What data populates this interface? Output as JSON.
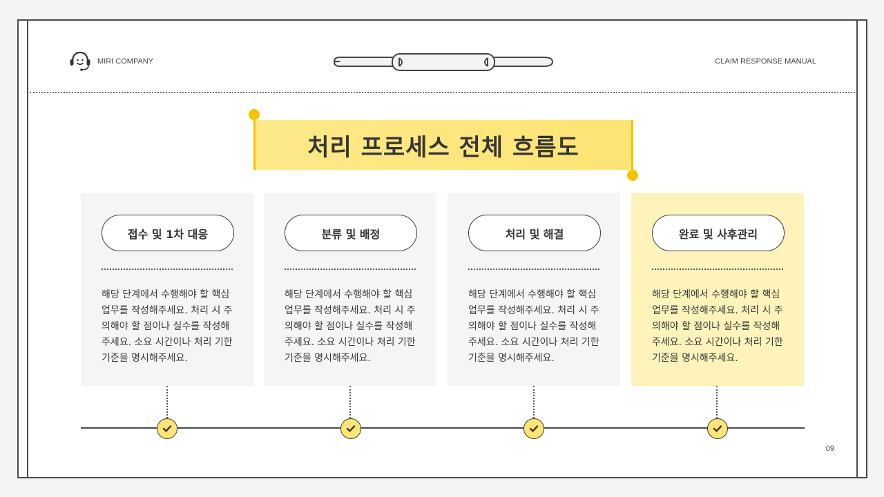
{
  "header": {
    "brand": "MIRI COMPANY",
    "brand_icon": "headset-smile-icon",
    "doc_title": "CLAIM RESPONSE MANUAL",
    "binder_icon": "binder-clip-icon"
  },
  "title": "처리 프로세스 전체 흐름도",
  "colors": {
    "accent": "#f2c500",
    "title_bg": "#fde473",
    "card_bg": "#f5f5f5",
    "card_highlight_bg": "#fdf3bb",
    "border": "#4a4a4a"
  },
  "steps": [
    {
      "label": "접수 및 1차 대응",
      "body": "해당 단계에서 수행해야 할 핵심 업무를 작성해주세요. 처리 시 주의해야 할 점이나 실수를 작성해주세요. 소요 시간이나 처리 기한 기준을 명시해주세요.",
      "highlight": false,
      "icon": "check-icon"
    },
    {
      "label": "분류 및 배정",
      "body": "해당 단계에서 수행해야 할 핵심 업무를 작성해주세요. 처리 시 주의해야 할 점이나 실수를 작성해주세요. 소요 시간이나 처리 기한 기준을 명시해주세요.",
      "highlight": false,
      "icon": "check-icon"
    },
    {
      "label": "처리 및 해결",
      "body": "해당 단계에서 수행해야 할 핵심 업무를 작성해주세요. 처리 시 주의해야 할 점이나 실수를 작성해주세요. 소요 시간이나 처리 기한 기준을 명시해주세요.",
      "highlight": false,
      "icon": "check-icon"
    },
    {
      "label": "완료 및 사후관리",
      "body": "해당 단계에서 수행해야 할 핵심 업무를 작성해주세요. 처리 시 주의해야 할 점이나 실수를 작성해주세요. 소요 시간이나 처리 기한 기준을 명시해주세요.",
      "highlight": true,
      "icon": "check-icon"
    }
  ],
  "page_number": "09"
}
